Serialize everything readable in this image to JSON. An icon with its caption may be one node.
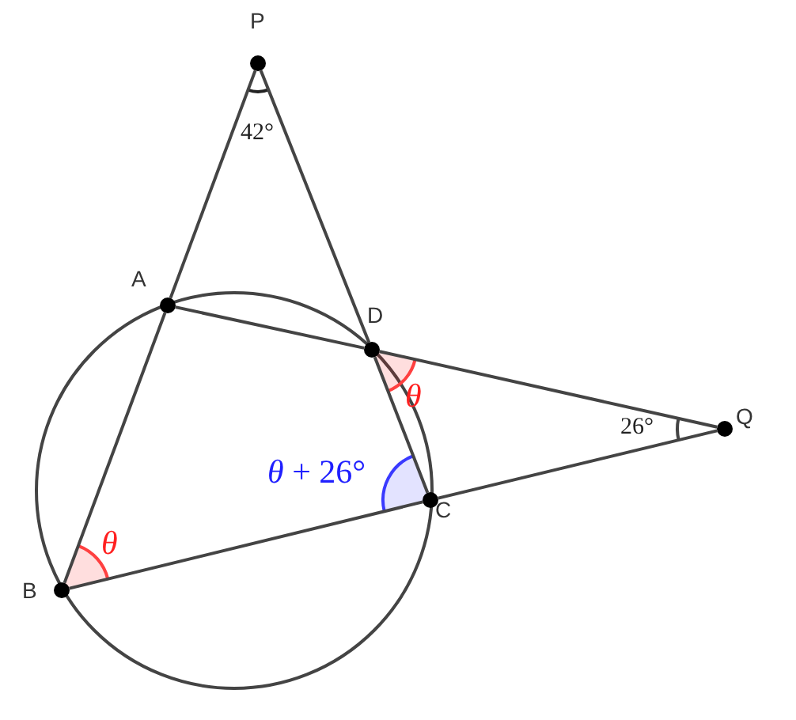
{
  "diagram": {
    "nodes": [
      {
        "text": [
          "P"
        ]
      },
      {
        "text": [
          "A"
        ]
      },
      {
        "text": [
          "D"
        ]
      },
      {
        "text": [
          "Q"
        ]
      },
      {
        "text": [
          "C"
        ]
      },
      {
        "text": [
          "B"
        ]
      }
    ],
    "edges": [
      {
        "from": 0,
        "to": 1,
        "arrow": "none"
      },
      {
        "from": 1,
        "to": 5,
        "arrow": "none"
      },
      {
        "from": 0,
        "to": 2,
        "arrow": "none"
      },
      {
        "from": 2,
        "to": 4,
        "arrow": "none"
      },
      {
        "from": 1,
        "to": 2,
        "arrow": "none"
      },
      {
        "from": 2,
        "to": 3,
        "arrow": "none"
      },
      {
        "from": 5,
        "to": 4,
        "arrow": "none"
      },
      {
        "from": 4,
        "to": 3,
        "arrow": "none"
      }
    ],
    "labels": [
      "42°",
      "θ",
      "26°",
      "*θ* + 26°",
      "θ"
    ]
  }
}
